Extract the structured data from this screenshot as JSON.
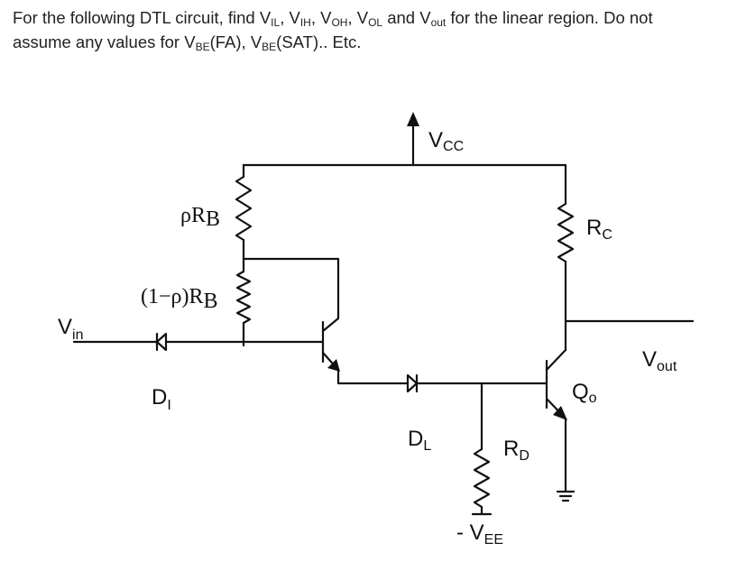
{
  "question": {
    "line1": {
      "lead": "For the following DTL circuit, find V",
      "s1": "IL",
      "t1": ", V",
      "s2": "IH",
      "t2": ", V",
      "s3": "OH",
      "t3": ", V",
      "s4": "OL",
      "t4": " and V",
      "s5": "out",
      "t5": " for the linear region. Do not"
    },
    "line2": {
      "lead": "assume any values for V",
      "s1": "BE",
      "t1": "(FA), V",
      "s2": "BE",
      "t2": "(SAT).. Etc."
    }
  },
  "circuit": {
    "vcc": {
      "base": "V",
      "sub": "CC"
    },
    "prb": {
      "base": "ρR",
      "sub": "B"
    },
    "rc": {
      "base": "R",
      "sub": "C"
    },
    "one_minus_prb": {
      "base": "(1−ρ)R",
      "sub": "B"
    },
    "vin": {
      "base": "V",
      "sub": "in"
    },
    "di": {
      "base": "D",
      "sub": "I"
    },
    "vout": {
      "base": "V",
      "sub": "out"
    },
    "qo": {
      "base": "Q",
      "sub": "o"
    },
    "dl": {
      "base": "D",
      "sub": "L"
    },
    "rd": {
      "base": "R",
      "sub": "D"
    },
    "vee": {
      "base": "- V",
      "sub": "EE"
    }
  }
}
